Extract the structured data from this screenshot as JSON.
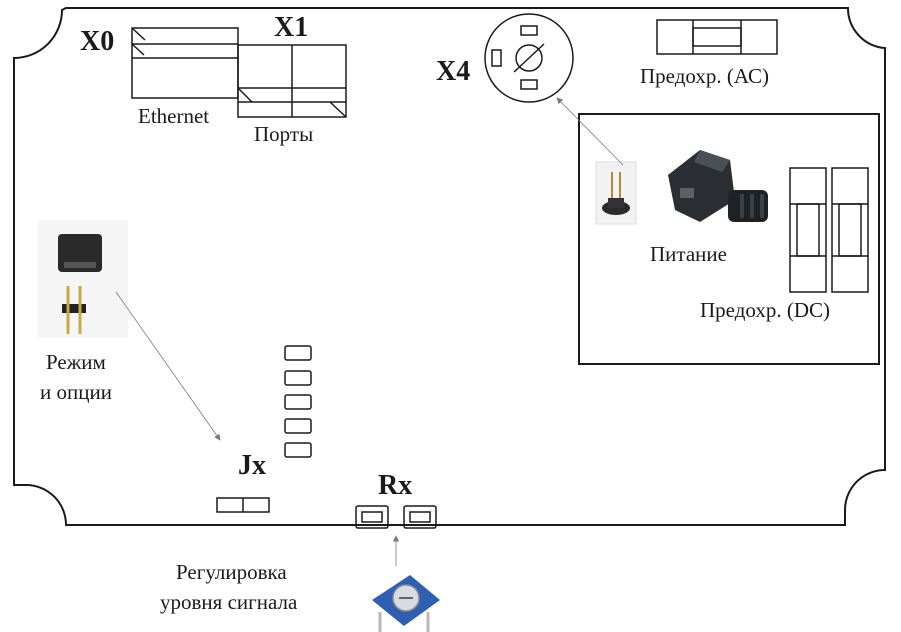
{
  "connectors": {
    "x0": "X0",
    "x1": "X1",
    "x4": "X4",
    "jx": "Jx",
    "rx": "Rx"
  },
  "labels": {
    "ethernet": "Ethernet",
    "ports": "Порты",
    "fuse_ac": "Предохр. (АС)",
    "fuse_dc": "Предохр. (DC)",
    "power": "Питание",
    "mode_line1": "Режим",
    "mode_line2": "и опции",
    "signal_line1": "Регулировка",
    "signal_line2": "уровня сигнала"
  },
  "icons": {
    "power_plug": "power-connector-photo",
    "jumper": "jumper-photo",
    "trimmer": "trimmer-potentiometer-photo",
    "socket": "power-socket-photo"
  },
  "colors": {
    "outline": "#1a1a1a",
    "arrow": "#7a7a7a",
    "jumper_body": "#2a2a2a",
    "trimmer_blue": "#2f5fb0"
  }
}
